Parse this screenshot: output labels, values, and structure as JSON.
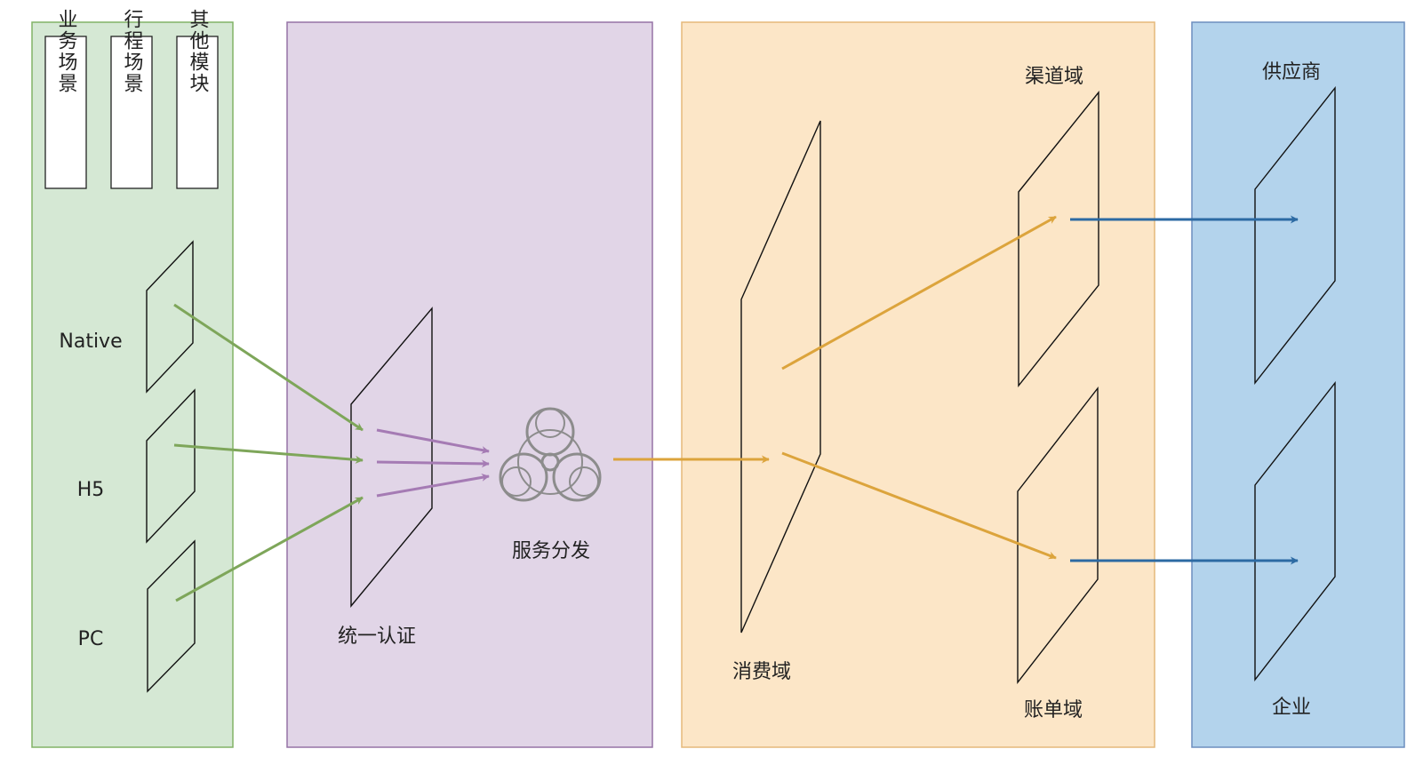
{
  "left_panel": {
    "category_boxes": [
      "业务场景",
      "行程场景",
      "其他模块"
    ],
    "clients": [
      "Native",
      "H5",
      "PC"
    ]
  },
  "middle_panel": {
    "auth_label": "统一认证",
    "dispatch_label": "服务分发",
    "dispatch_icon": "biohazard-icon"
  },
  "consumer_panel": {
    "consumer_label": "消费域",
    "channel_label": "渠道域",
    "billing_label": "账单域"
  },
  "right_panel": {
    "supplier_label": "供应商",
    "enterprise_label": "企业"
  },
  "colors": {
    "green_panel": "#d5e8d4",
    "green_border": "#82b366",
    "purple_panel": "#e1d5e7",
    "purple_border": "#9673a6",
    "orange_panel": "#fce6c7",
    "orange_border": "#e5b97a",
    "blue_panel": "#b3d3ec",
    "blue_border": "#6c8ebf",
    "green_arrow": "#7ea65a",
    "purple_arrow": "#a57bb4",
    "orange_arrow": "#dca43c",
    "blue_arrow": "#2c6aa3"
  }
}
